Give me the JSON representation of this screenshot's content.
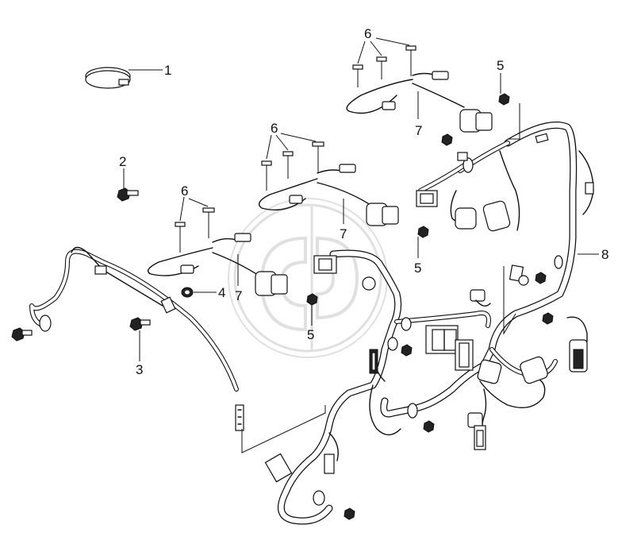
{
  "figure": {
    "callouts": [
      {
        "id": "c1",
        "label": "1"
      },
      {
        "id": "c2",
        "label": "2"
      },
      {
        "id": "c3",
        "label": "3"
      },
      {
        "id": "c4",
        "label": "4"
      },
      {
        "id": "c5a",
        "label": "5"
      },
      {
        "id": "c5b",
        "label": "5"
      },
      {
        "id": "c5c",
        "label": "5"
      },
      {
        "id": "c6a",
        "label": "6"
      },
      {
        "id": "c6b",
        "label": "6"
      },
      {
        "id": "c6c",
        "label": "6"
      },
      {
        "id": "c7a",
        "label": "7"
      },
      {
        "id": "c7b",
        "label": "7"
      },
      {
        "id": "c7c",
        "label": "7"
      },
      {
        "id": "c8",
        "label": "8"
      }
    ]
  }
}
